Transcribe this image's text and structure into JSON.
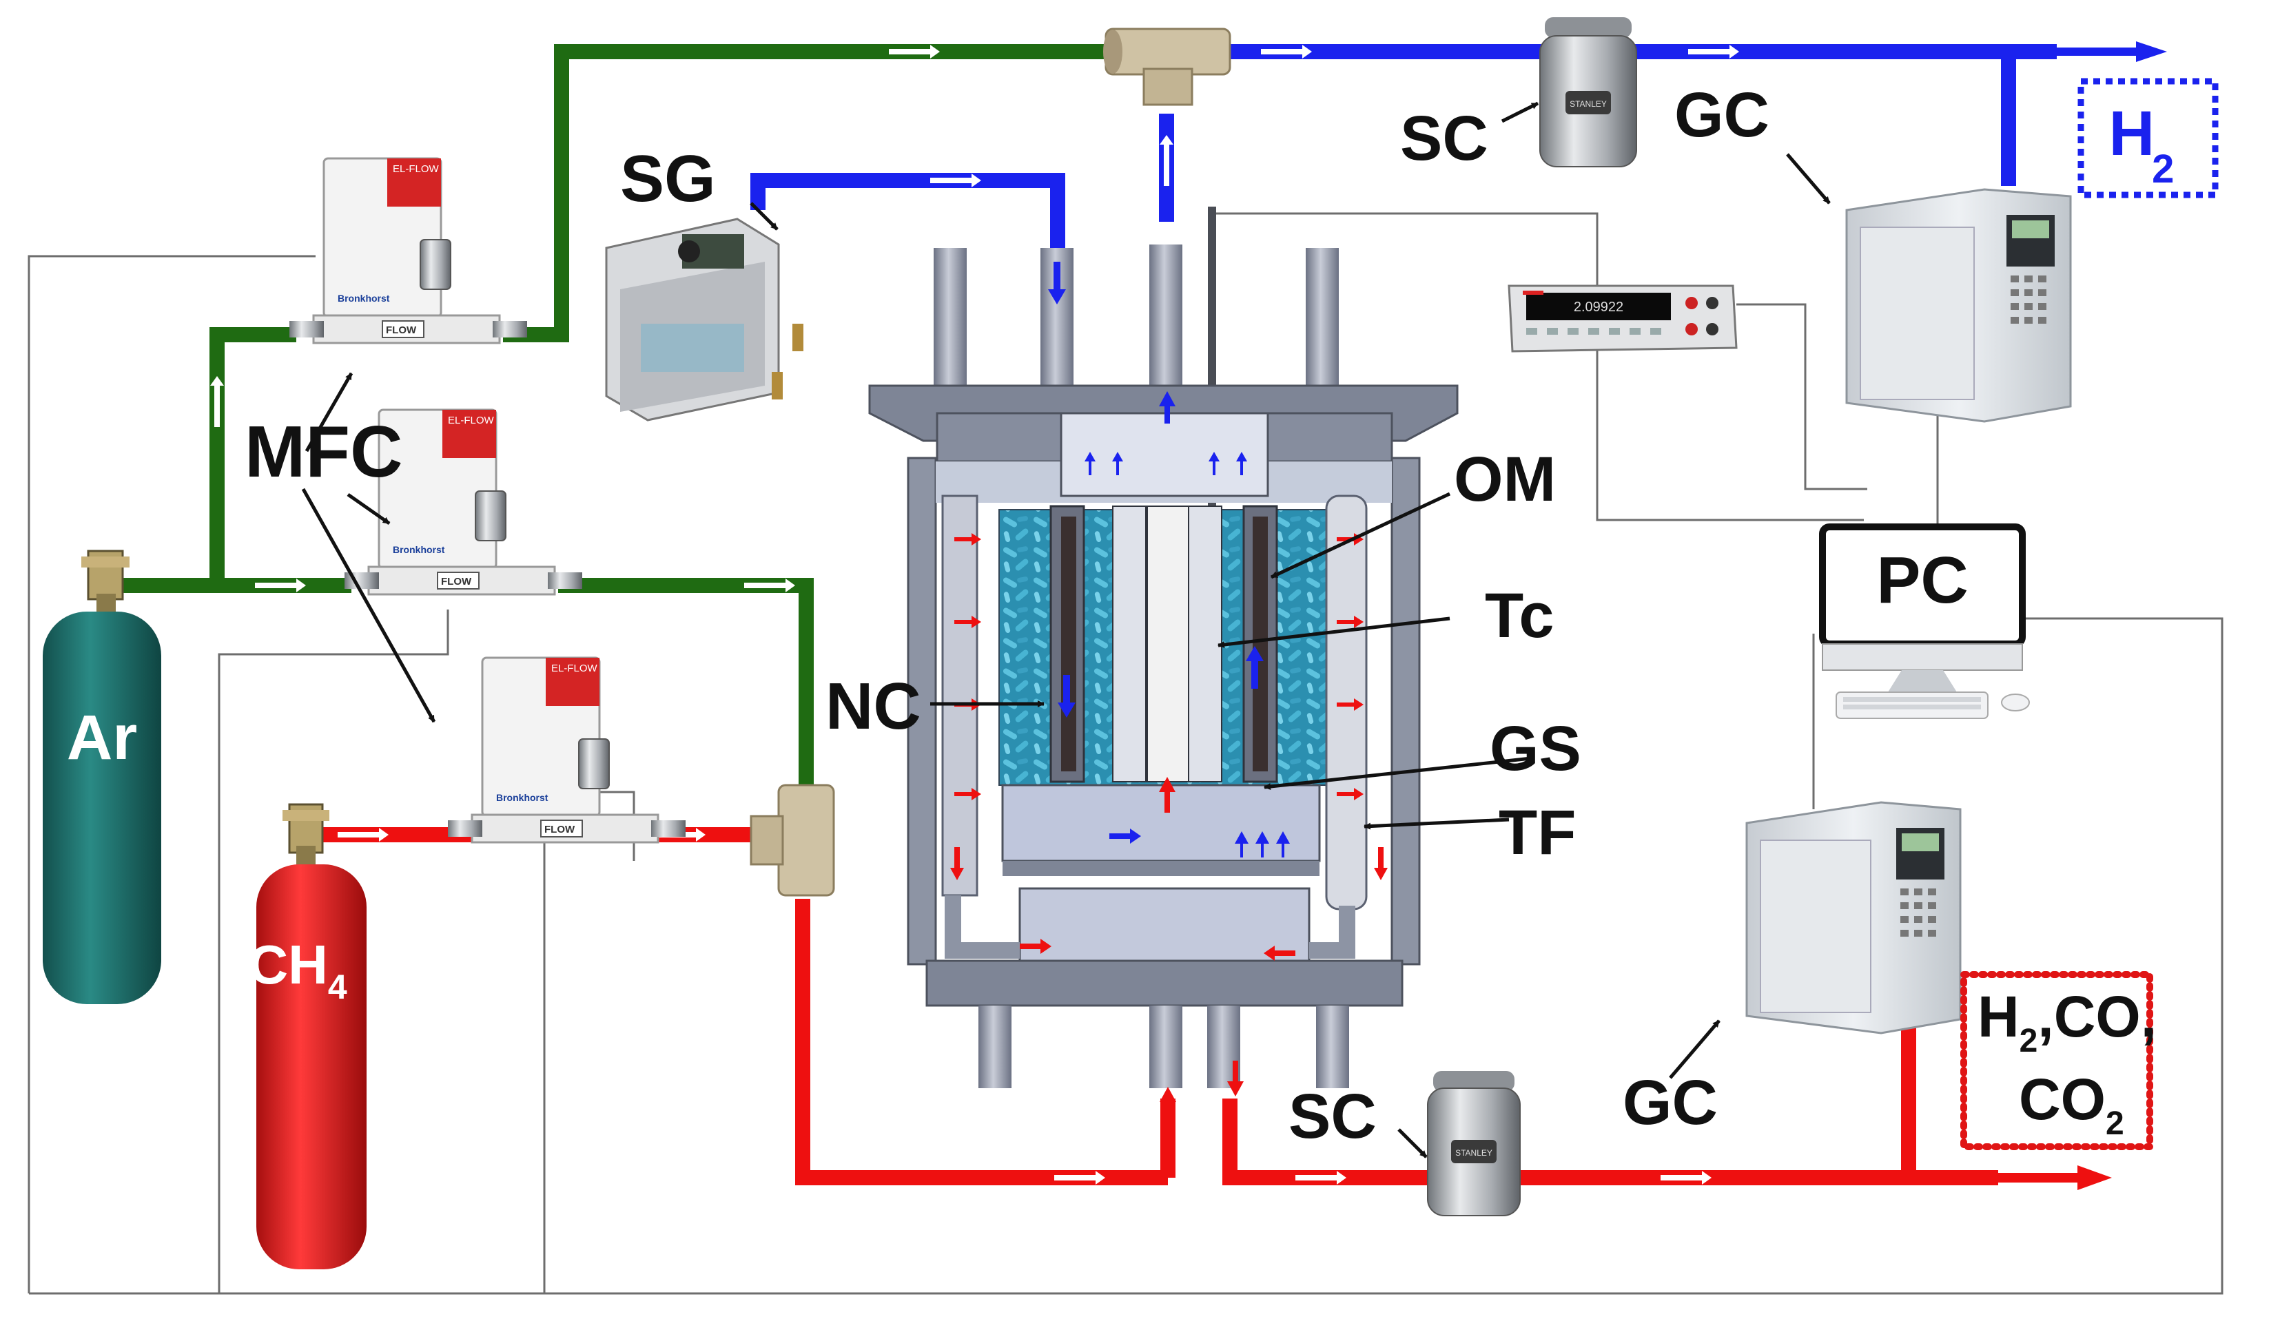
{
  "labels": {
    "ar": "Ar",
    "ch4_main": "CH",
    "ch4_sub": "4",
    "mfc": "MFC",
    "sg": "SG",
    "sc_top": "SC",
    "sc_bottom": "SC",
    "gc_top": "GC",
    "gc_bottom": "GC",
    "pc": "PC",
    "om": "OM",
    "tc": "Tc",
    "gs": "GS",
    "tf": "TF",
    "nc": "NC",
    "h2_main": "H",
    "h2_sub": "2",
    "prod_line1_h": "H",
    "prod_line1_sub": "2",
    "prod_line1_rest": ",CO,",
    "prod_line2_main": "CO",
    "prod_line2_sub": "2"
  },
  "device_text": {
    "mfc_brand": "Bronkhorst",
    "mfc_model": "EL-FLOW",
    "mfc_flow": "FLOW",
    "flask_brand": "STANLEY",
    "multimeter_display": "2.09922"
  },
  "colors": {
    "argon_line": "#1f6b12",
    "hydrogen_line": "#1a22ee",
    "methane_line": "#ee1010",
    "argon_cylinder": "#1e6e6a",
    "methane_cylinder": "#e41b1b",
    "reactor_body": "#7e8596",
    "catalyst": "#3aa7c9",
    "signal_line": "#6d6d6d",
    "product_box": "#e01515",
    "h2_box": "#1a22ee"
  }
}
